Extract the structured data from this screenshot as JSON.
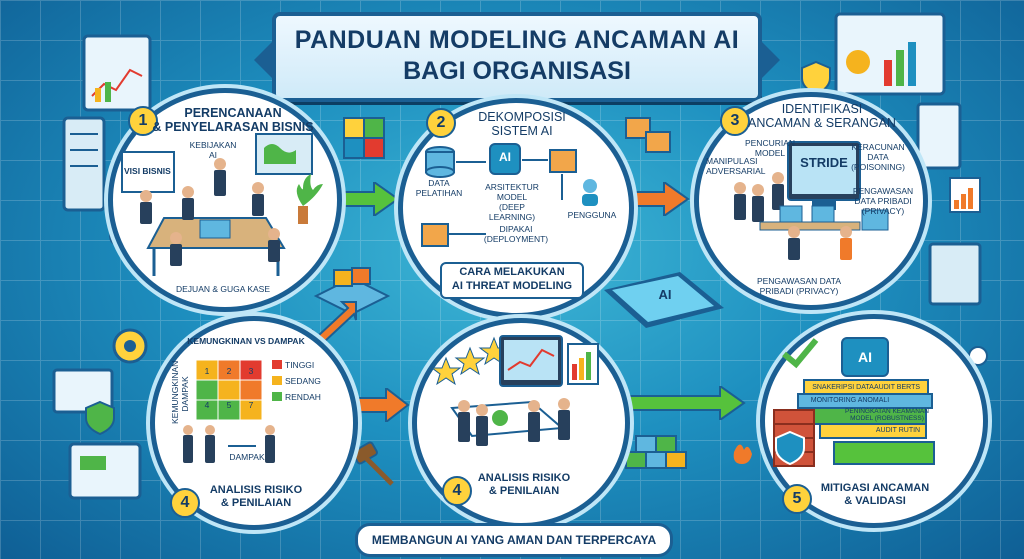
{
  "title": {
    "line1": "PANDUAN MODELING ANCAMAN AI",
    "line2": "BAGI ORGANISASI"
  },
  "steps": [
    {
      "number": "1",
      "title": "PERENCANAAN\n& PENYELARASAN BISNIS",
      "labels": [
        "VISI BISNIS",
        "KEBIJAKAN\nAI",
        "DEJUAN & GUGA KASE"
      ]
    },
    {
      "number": "2",
      "title": "DEKOMPOSISI\nSISTEM AI",
      "labels": [
        "DATA\nPELATIHAN",
        "ARSITEKTUR\nMODEL\n(DEEP LEARNING)",
        "DIPAKAI\n(DEPLOYMENT)",
        "PENGGUNA"
      ],
      "ai_chip": "AI"
    },
    {
      "number": "3",
      "title": "IDENTIFIKASI\nANCAMAN & SERANGAN",
      "labels": [
        "MANIPULASI\nADVERSARIAL",
        "PENCURIAN\nMODEL",
        "KERACUNAN\nDATA\n(POISONING)",
        "PENGAWASAN\nDATA PRIBADI\n(PRIVACY)",
        "PENGAWASAN DATA\nPRIBADI (PRIVACY)"
      ],
      "screen_word": "STRIDE"
    },
    {
      "number": "4",
      "title": "ANALISIS RISIKO\n& PENILAIAN",
      "labels": [
        "KEMUNGKINAN VS DAMPAK",
        "KEMUNGKINAN\nDAMPAK",
        "DAMPAK"
      ],
      "matrix": [
        "1",
        "2",
        "3",
        "4",
        "5",
        "7"
      ],
      "legend": [
        "TINGGI",
        "SEDANG",
        "RENDAH"
      ]
    },
    {
      "number": "4",
      "title": "ANALISIS RISIKO\n& PENILAIAN"
    },
    {
      "number": "5",
      "title": "MITIGASI ANCAMAN\n& VALIDASI",
      "labels": [
        "AUDIT RUTIN",
        "PENINGKATAN KEAMANAN\nMODEL (ROBUSTNESS)",
        "MONITORING ANOMALI",
        "AUDIT BERTS",
        "SNAKERIPSI DATA"
      ],
      "ai_chip": "AI"
    }
  ],
  "center_box": "CARA MELAKUKAN\nAI THREAT MODELING",
  "tablet_chip": "AI",
  "footer": "MEMBANGUN AI YANG AMAN DAN TERPERCAYA",
  "colors": {
    "primary": "#1b5f93",
    "accent_yellow": "#ffd23c",
    "arrow_green": "#56c23c",
    "arrow_orange": "#f07a2a",
    "risk_high": "#e23b2f",
    "risk_mid": "#f5b31e",
    "risk_low": "#4fb548"
  }
}
